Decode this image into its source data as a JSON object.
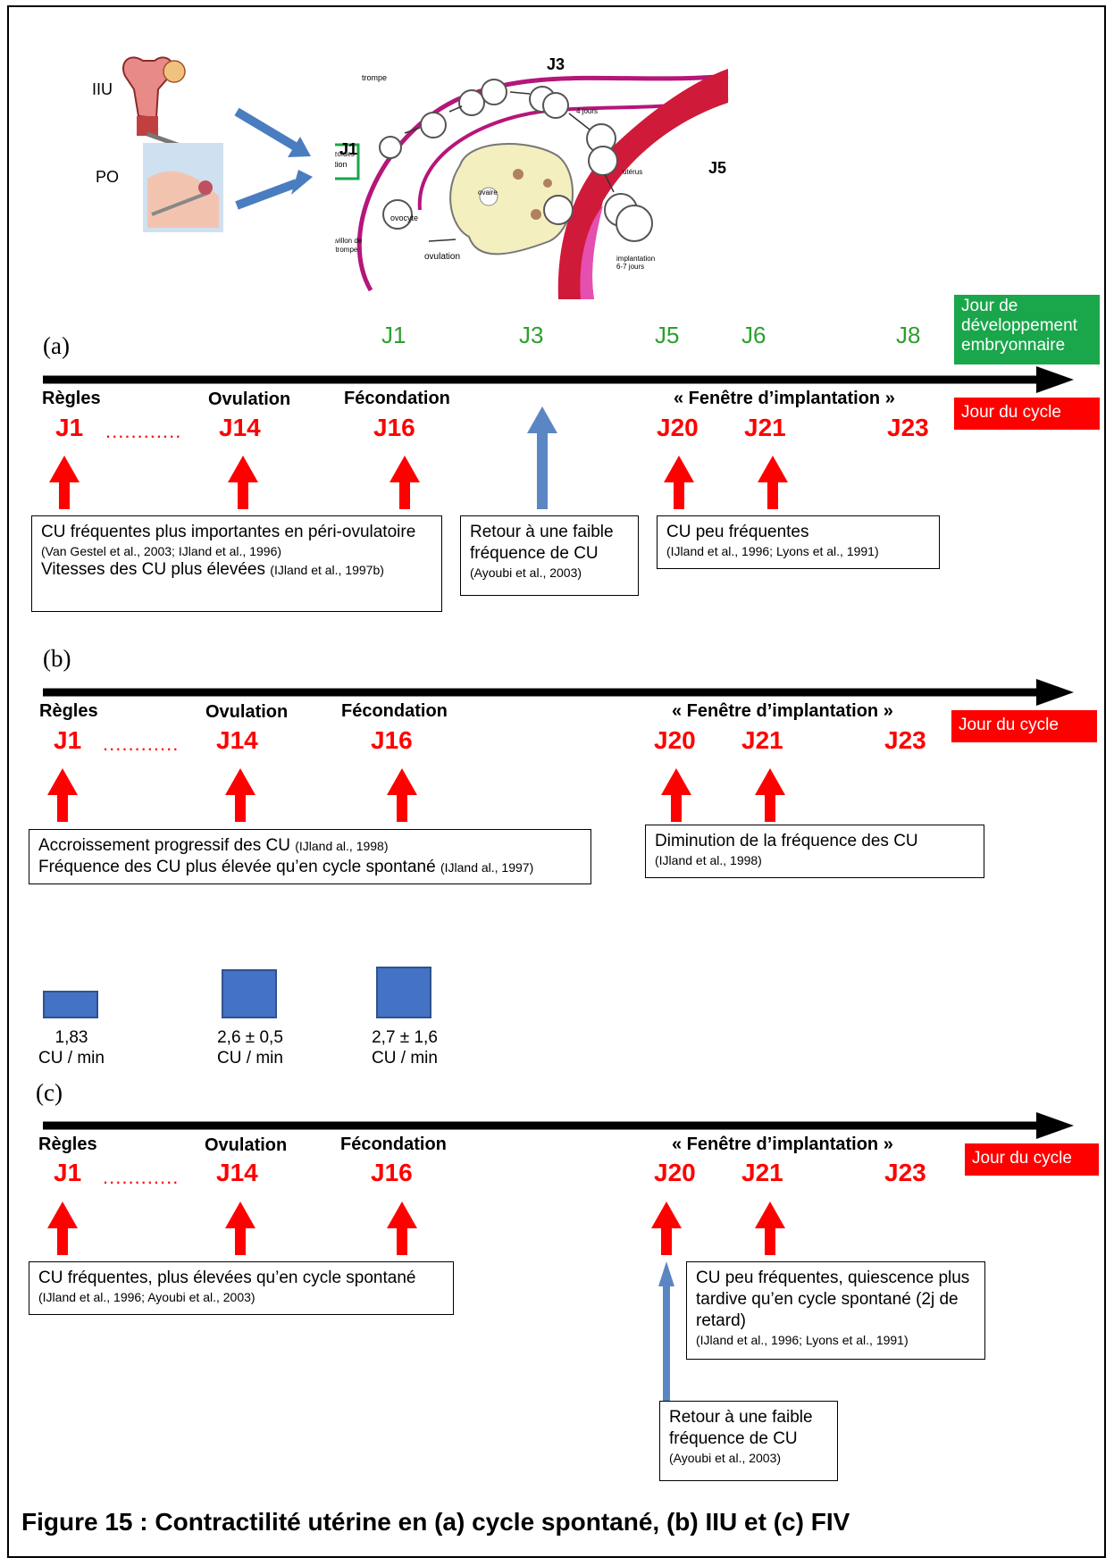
{
  "caption": "Figure 15 : Contractilité utérine en (a) cycle spontané, (b) IIU et (c) FIV",
  "illustration": {
    "insem_labels": [
      "IIU",
      "PO"
    ],
    "day_labels": [
      "J1",
      "J3",
      "J5"
    ],
    "small_labels": {
      "trompe": "trompe",
      "spermatozoides": "spermatozoïdes",
      "fecondation": "fécondation",
      "ovocyte": "ovocyte",
      "ovaire": "ovaire",
      "ovulation": "ovulation",
      "pavillon": "pavillon de",
      "pavillon2": "la trompe",
      "jours4": "4 jours",
      "uterus": "utérus",
      "implantation": "implantation",
      "implantation2": "6-7 jours"
    }
  },
  "embryo_days": [
    "J1",
    "J3",
    "J5",
    "J6",
    "J8"
  ],
  "legend": {
    "embryo": "Jour de développement embryonnaire",
    "cycle": "Jour du cycle",
    "embryo_color": "#1aa64b",
    "cycle_color": "#ff0000"
  },
  "stages": {
    "regles": "Règles",
    "ovulation": "Ovulation",
    "fecondation": "Fécondation",
    "fenetre": "« Fenêtre d’implantation »"
  },
  "cycle_days": [
    "J1",
    "J14",
    "J16",
    "J20",
    "J21",
    "J23"
  ],
  "dots": "............",
  "panels": {
    "a": {
      "label": "(a)",
      "boxes": [
        {
          "line1": "CU fréquentes  plus importantes en péri-ovulatoire",
          "ref1": "(Van Gestel et al., 2003; IJland et al., 1996)",
          "line2": "Vitesses des CU plus élevées",
          "ref2": "(IJland et al., 1997b)"
        },
        {
          "line1": "Retour à une faible fréquence de CU",
          "ref1": "(Ayoubi et al., 2003)"
        },
        {
          "line1": "CU peu fréquentes",
          "ref1": "(IJland et al., 1996; Lyons et al., 1991)"
        }
      ]
    },
    "b": {
      "label": "(b)",
      "boxes": [
        {
          "line1": "Accroissement progressif des CU",
          "ref1": "(IJland al., 1998)",
          "line2": "Fréquence des CU plus élevée qu’en cycle spontané",
          "ref2": "(IJland al., 1997)"
        },
        {
          "line1": "Diminution de la fréquence des CU",
          "ref1": "(IJland et al., 1998)"
        }
      ],
      "bars": [
        {
          "value": 1.83,
          "label1": "1,83",
          "label2": "CU / min"
        },
        {
          "value": 2.6,
          "label1": "2,6 ± 0,5",
          "label2": "CU / min"
        },
        {
          "value": 2.7,
          "label1": "2,7 ± 1,6",
          "label2": "CU / min"
        }
      ]
    },
    "c": {
      "label": "(c)",
      "boxes": [
        {
          "line1": "CU fréquentes, plus élevées qu’en cycle spontané",
          "ref1": "(IJland et al., 1996; Ayoubi et al., 2003)"
        },
        {
          "line1": "CU peu fréquentes, quiescence plus tardive qu’en cycle spontané (2j de retard)",
          "ref1": "(IJland et al., 1996; Lyons et al., 1991)"
        },
        {
          "line1": "Retour à une faible fréquence de CU",
          "ref1": "(Ayoubi et al., 2003)"
        }
      ]
    }
  },
  "colors": {
    "red": "#ff0000",
    "blue_arrow": "#5b86c4",
    "green_text": "#2ca02c"
  }
}
